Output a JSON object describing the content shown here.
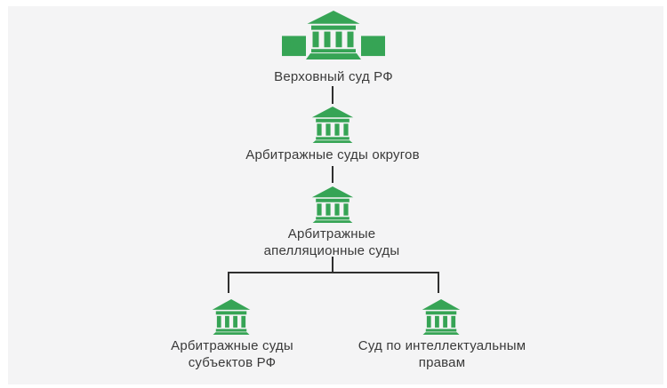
{
  "colors": {
    "background": "#ffffff",
    "panel": "#f4f4f5",
    "icon_green": "#36a455",
    "line": "#2f2f2f",
    "text": "#3a3a3a"
  },
  "nodes": {
    "supreme": {
      "label": "Верховный суд РФ",
      "icon": "courthouse-with-wings-icon"
    },
    "districts": {
      "label": "Арбитражные суды округов",
      "icon": "courthouse-icon"
    },
    "appellate": {
      "line1": "Арбитражные",
      "line2": "апелляционные суды",
      "icon": "courthouse-icon"
    },
    "subjects": {
      "line1": "Арбитражные суды",
      "line2": "субъектов РФ",
      "icon": "courthouse-icon"
    },
    "ip_court": {
      "line1": "Суд по интеллектуальным",
      "line2": "правам",
      "icon": "courthouse-icon"
    }
  },
  "hierarchy": {
    "edges": [
      {
        "from": "Верховный суд РФ",
        "to": "Арбитражные суды округов"
      },
      {
        "from": "Арбитражные суды округов",
        "to": "Арбитражные апелляционные суды"
      },
      {
        "from": "Арбитражные апелляционные суды",
        "to": "Арбитражные суды субъектов РФ"
      },
      {
        "from": "Арбитражные апелляционные суды",
        "to": "Суд по интеллектуальным правам"
      }
    ]
  }
}
